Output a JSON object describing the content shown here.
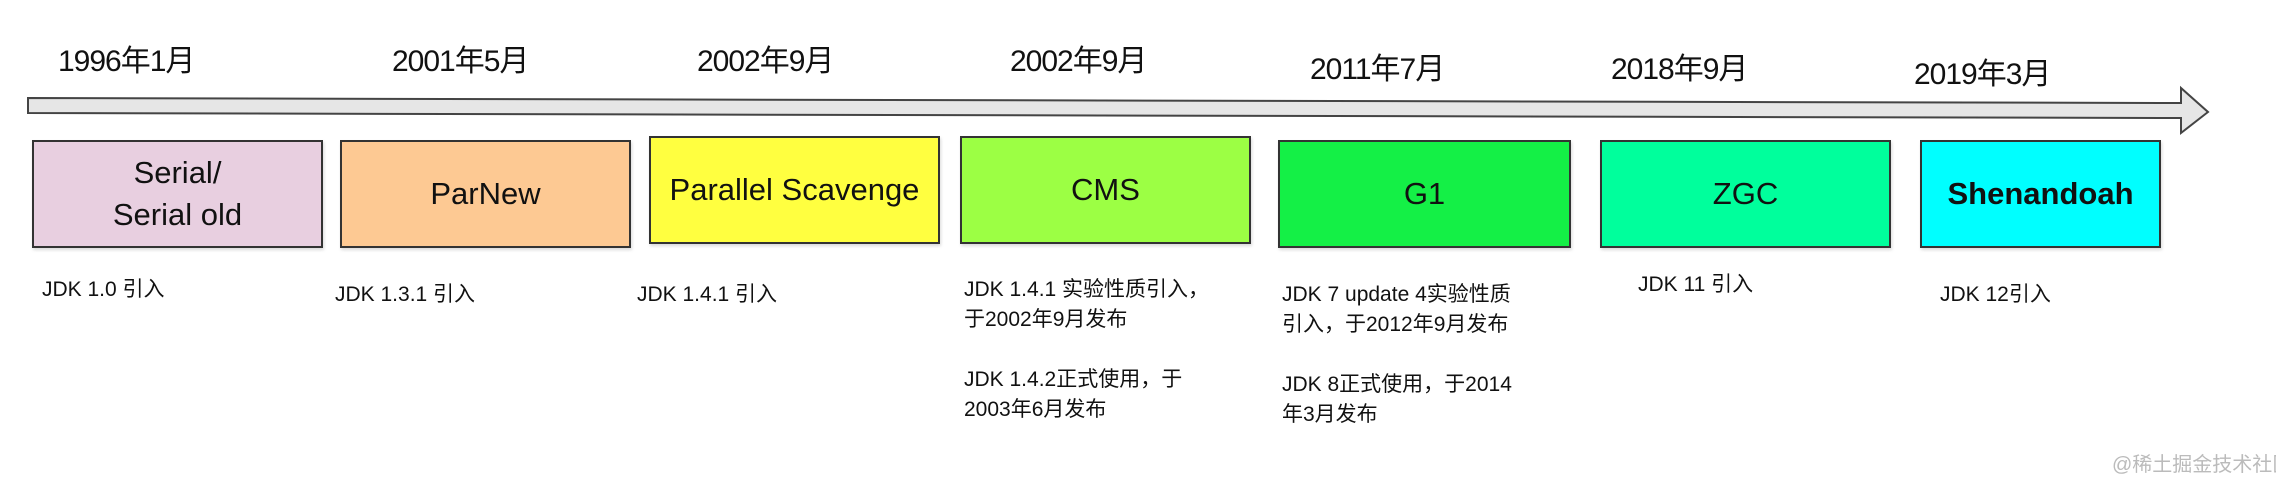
{
  "timeline": [
    {
      "date": "1996年1月",
      "name": "Serial/\nSerial old",
      "color": "#e8cfe0",
      "notes": [
        "JDK 1.0 引入"
      ]
    },
    {
      "date": "2001年5月",
      "name": "ParNew",
      "color": "#fdc993",
      "notes": [
        "JDK 1.3.1 引入"
      ]
    },
    {
      "date": "2002年9月",
      "name": "Parallel Scavenge",
      "color": "#ffff40",
      "notes": [
        "JDK 1.4.1 引入"
      ]
    },
    {
      "date": "2002年9月",
      "name": "CMS",
      "color": "#9cff44",
      "notes": [
        "JDK 1.4.1 实验性质引入，\n于2002年9月发布",
        "JDK 1.4.2正式使用，于\n2003年6月发布"
      ]
    },
    {
      "date": "2011年7月",
      "name": "G1",
      "color": "#14f046",
      "notes": [
        "JDK 7 update 4实验性质\n引入，于2012年9月发布",
        "JDK 8正式使用，于2014\n年3月发布"
      ]
    },
    {
      "date": "2018年9月",
      "name": "ZGC",
      "color": "#00ff9c",
      "notes": [
        "JDK 11 引入"
      ]
    },
    {
      "date": "2019年3月",
      "name": "Shenandoah",
      "color": "#00ffff",
      "notes": [
        "JDK 12引入"
      ]
    }
  ],
  "watermark": "@稀土掘金技术社区"
}
